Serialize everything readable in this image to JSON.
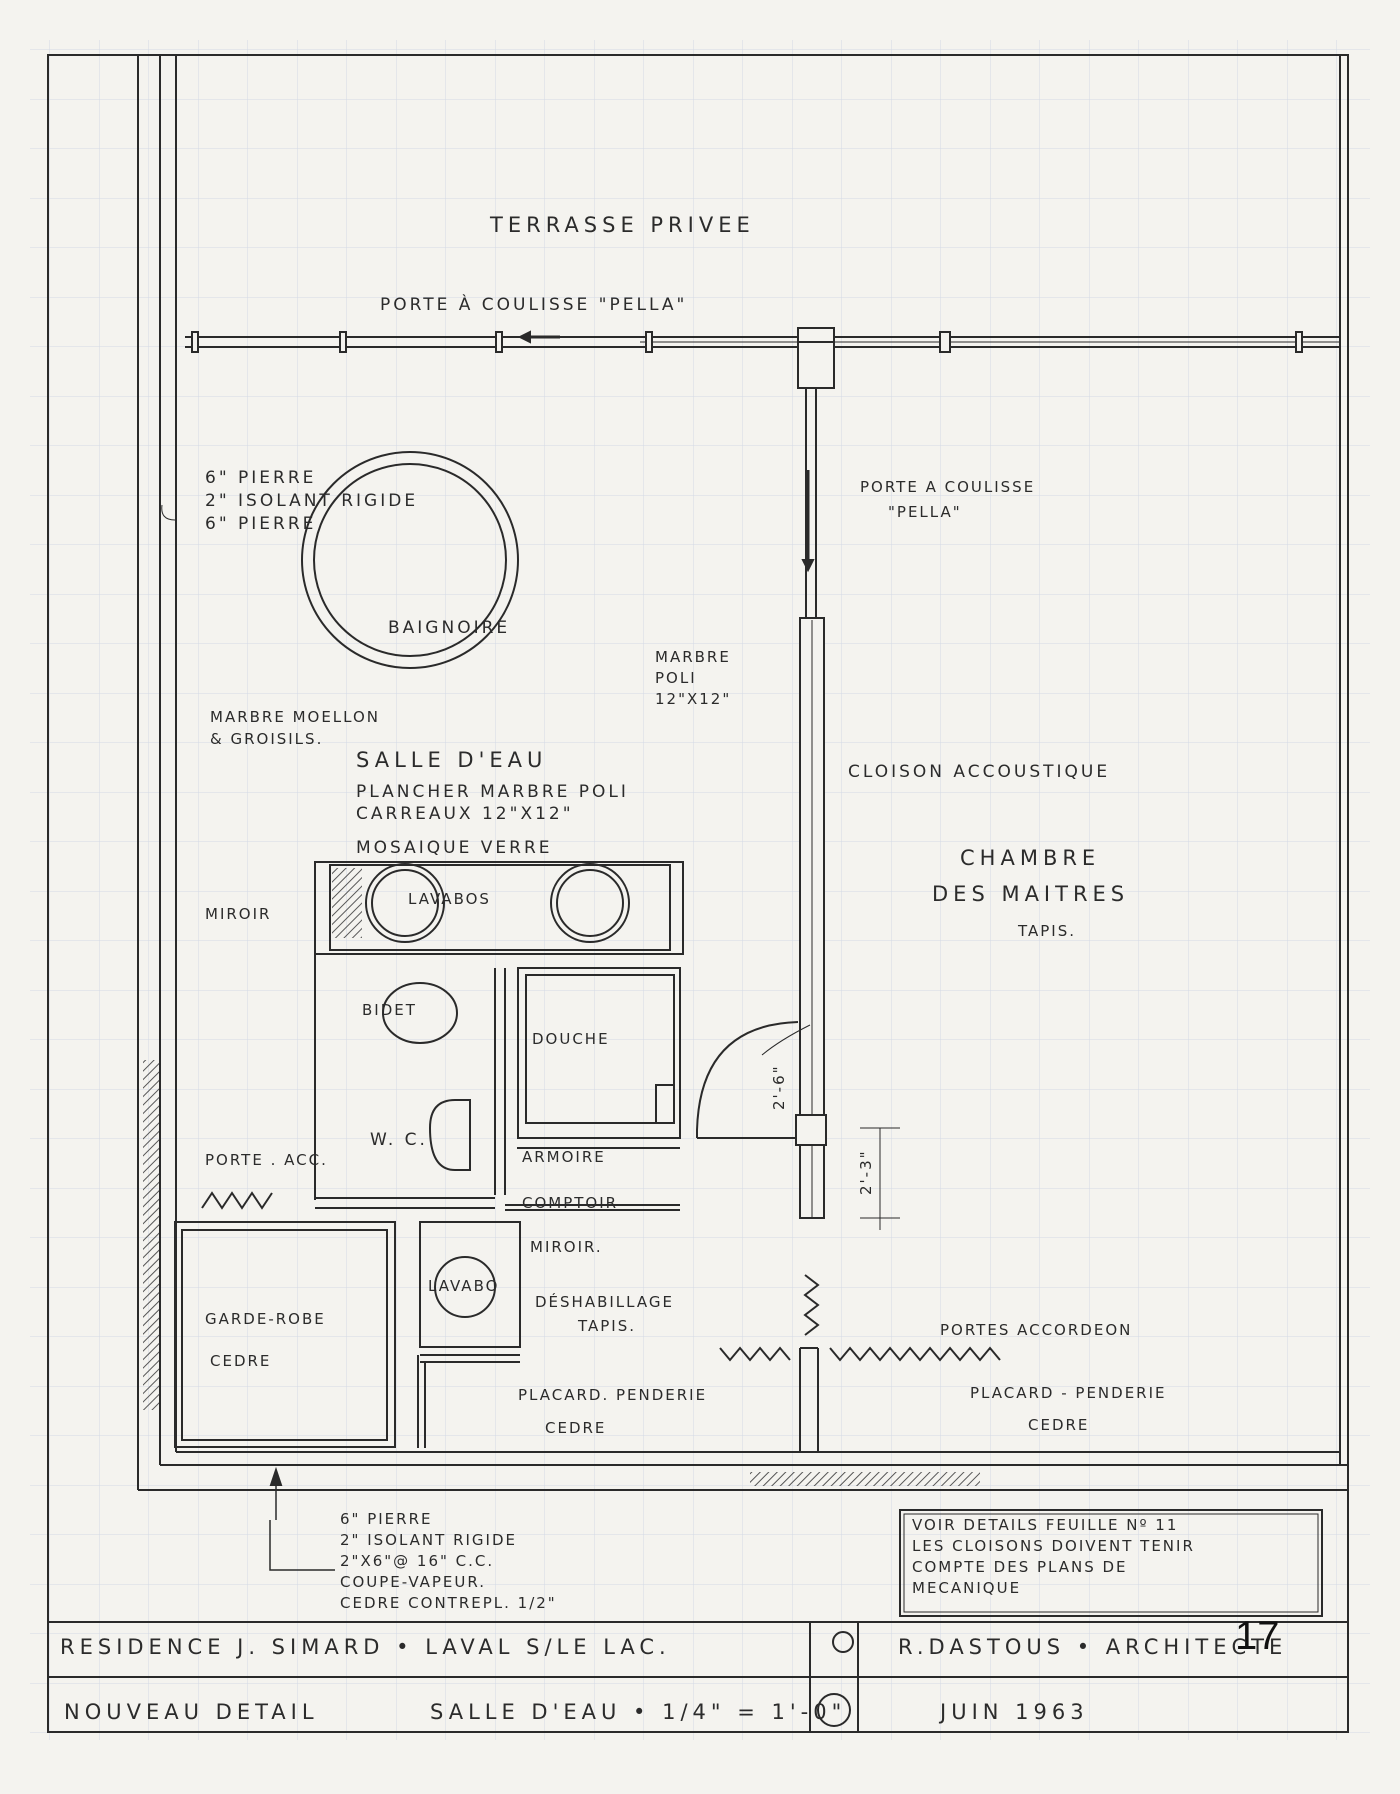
{
  "labels": {
    "terrasse": "TERRASSE PRIVEE",
    "porte_pella_top": "PORTE À COULISSE \"PELLA\"",
    "porte_pella_side_1": "PORTE A COULISSE",
    "porte_pella_side_2": "\"PELLA\"",
    "wall_top": [
      "6\" PIERRE",
      "2\" ISOLANT RIGIDE",
      "6\" PIERRE"
    ],
    "baignoire": "BAIGNOIRE",
    "marbre_moellon_1": "MARBRE MOELLON",
    "marbre_moellon_2": "& GROISILS.",
    "marbre_poli": [
      "MARBRE",
      "POLI",
      "12\"X12\""
    ],
    "salle_title": "SALLE D'EAU",
    "plancher_1": "PLANCHER MARBRE POLI",
    "plancher_2": "CARREAUX 12\"X12\"",
    "mosaique": "MOSAIQUE VERRE",
    "cloison": "CLOISON ACCOUSTIQUE",
    "chambre_1": "CHAMBRE",
    "chambre_2": "DES MAITRES",
    "chambre_3": "TAPIS.",
    "miroir_1": "MIROIR",
    "lavabos": "LAVABOS",
    "bidet": "BIDET",
    "douche": "DOUCHE",
    "wc": "W. C.",
    "dim_1": "2'-6\"",
    "dim_2": "2'-3\"",
    "porte_acc": "PORTE . ACC.",
    "armoire": "ARMOIRE",
    "comptoir": "COMPTOIR",
    "miroir_2": "MIROIR.",
    "lavabo": "LAVABO",
    "deshabillage_1": "DÉSHABILLAGE",
    "deshabillage_2": "TAPIS.",
    "portes_accordeon": "PORTES ACCORDEON",
    "garde_robe_1": "GARDE-ROBE",
    "garde_robe_2": "CEDRE",
    "placard1_1": "PLACARD. PENDERIE",
    "placard1_2": "CEDRE",
    "placard2_1": "PLACARD - PENDERIE",
    "placard2_2": "CEDRE",
    "wall_bottom": [
      "6\" PIERRE",
      "2\" ISOLANT RIGIDE",
      "2\"X6\"@ 16\" C.C.",
      "COUPE-VAPEUR.",
      "CEDRE CONTREPL. 1/2\""
    ],
    "note": [
      "VOIR DETAILS FEUILLE Nº 11",
      "LES CLOISONS DOIVENT TENIR",
      "COMPTE DES PLANS DE",
      "MECANIQUE"
    ]
  },
  "title_block": {
    "sheet_number": "17",
    "line1_left": "RESIDENCE J. SIMARD • LAVAL S/LE LAC.",
    "line1_right": "R.DASTOUS • ARCHITECTE",
    "line2_left": "NOUVEAU DETAIL",
    "line2_mid": "SALLE D'EAU • 1/4\" = 1'-0\"",
    "line2_right": "JUIN 1963"
  },
  "colors": {
    "paper": "#f4f3ef",
    "grid": "#cfd6e3",
    "ink": "#2a2a2a"
  }
}
